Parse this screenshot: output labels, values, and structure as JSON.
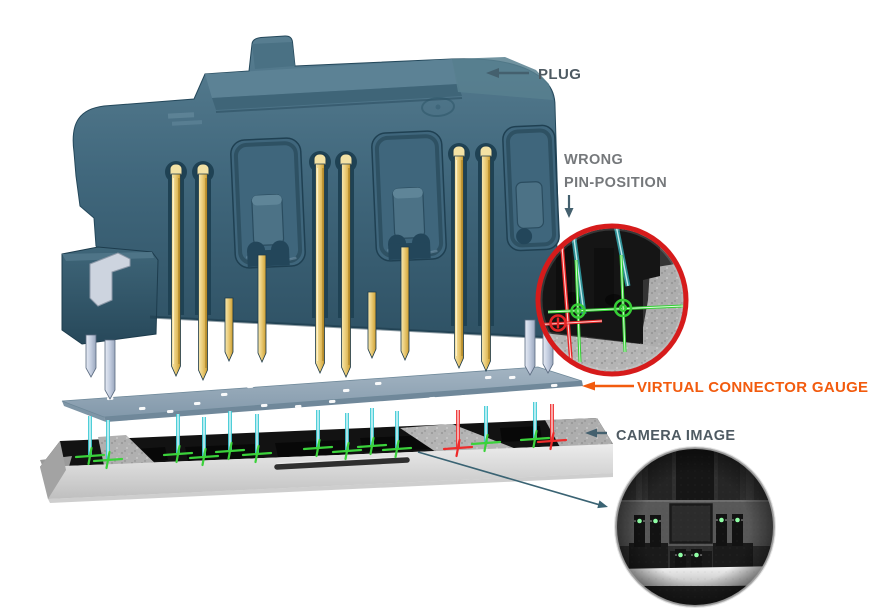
{
  "figure": {
    "labels": {
      "plug": "PLUG",
      "wrong_pin_line1": "WRONG",
      "wrong_pin_line2": "PIN-POSITION",
      "virtual_connector_gauge": "VIRTUAL CONNECTOR GAUGE",
      "camera_image": "CAMERA IMAGE"
    },
    "colors": {
      "label_dark": "#4e5a62",
      "label_gray": "#75787b",
      "accent_orange": "#f25b0e",
      "arrow_dark": "#44606e",
      "inset_ring_red": "#d61b1b",
      "cross_green": "#3bd23b",
      "cross_red": "#ee2b2b",
      "beam_cyan": "#3cc9d4",
      "pin_gold": "#eccf7e",
      "pin_gray": "#c3cddf",
      "plug_body": "#41687d",
      "gauge_plate": "#93a8b8",
      "camera_marker_green": "#8fffa5"
    }
  }
}
